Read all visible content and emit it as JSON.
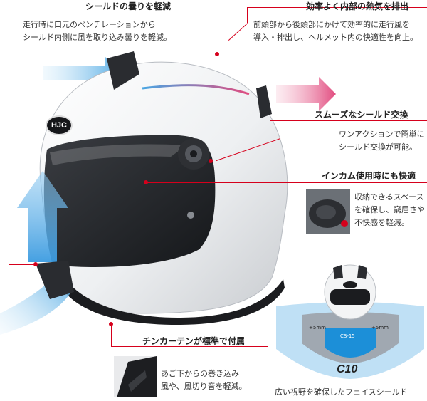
{
  "features": {
    "visor_fog": {
      "title": "シールドの曇りを軽減",
      "lines": [
        "走行時に口元のベンチレーションから",
        "シールド内側に風を取り込み曇りを軽減。"
      ]
    },
    "exhaust": {
      "title": "効率よく内部の熱気を排出",
      "lines": [
        "前頭部から後頭部にかけて効率的に走行風を",
        "導入・排出し、ヘルメット内の快適性を向上。"
      ]
    },
    "shield_swap": {
      "title": "スムーズなシールド交換",
      "lines": [
        "ワンアクションで簡単に",
        "シールド交換が可能。"
      ]
    },
    "intercom": {
      "title": "インカム使用時にも快適",
      "lines": [
        "収納できるスペース",
        "を確保し、窮屈さや",
        "不快感を軽減。"
      ]
    },
    "chin_curtain": {
      "title": "チンカーテンが標準で付属",
      "lines": [
        "あご下からの巻き込み",
        "風や、風切り音を軽減。"
      ]
    }
  },
  "helmet": {
    "brand": "HJC"
  },
  "view": {
    "plus_left": "+5mm",
    "plus_right": "+5mm",
    "model_center": "CS-15",
    "logo": "C10",
    "caption": "広い視野を確保したフェイスシールド"
  },
  "colors": {
    "accent": "#d6001c",
    "helmet_white": "#f2f3f4",
    "airflow_blue": "#4aa8e0",
    "airflow_pink": "#e0487a"
  }
}
